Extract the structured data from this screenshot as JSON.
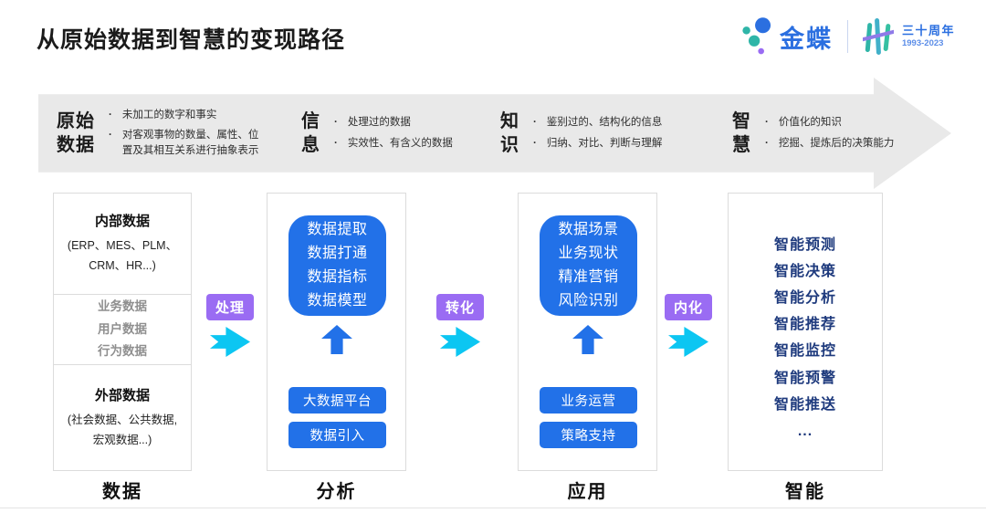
{
  "header": {
    "title": "从原始数据到智慧的变现路径",
    "logo": {
      "brand": "金蝶",
      "anniversary": "三十周年",
      "years": "1993-2023"
    }
  },
  "banner": {
    "stages": [
      {
        "title": "原始\n数据",
        "bullets": [
          "未加工的数字和事实",
          "对客观事物的数量、属性、位\n置及其相互关系进行抽象表示"
        ]
      },
      {
        "title": "信\n息",
        "bullets": [
          "处理过的数据",
          "实效性、有含义的数据"
        ]
      },
      {
        "title": "知\n识",
        "bullets": [
          "鉴别过的、结构化的信息",
          "归纳、对比、判断与理解"
        ]
      },
      {
        "title": "智\n慧",
        "bullets": [
          "价值化的知识",
          "挖掘、提炼后的决策能力"
        ]
      }
    ]
  },
  "flow": {
    "connectors": [
      "处理",
      "转化",
      "内化"
    ],
    "data_box": {
      "label": "数据",
      "internal": {
        "title": "内部数据",
        "detail": "(ERP、MES、PLM、\nCRM、HR...)"
      },
      "middle": [
        "业务数据",
        "用户数据",
        "行为数据"
      ],
      "external": {
        "title": "外部数据",
        "detail": "(社会数据、公共数据,\n宏观数据...)"
      }
    },
    "analysis": {
      "label": "分析",
      "core": [
        "数据提取",
        "数据打通",
        "数据指标",
        "数据模型"
      ],
      "supports": [
        "大数据平台",
        "数据引入"
      ]
    },
    "application": {
      "label": "应用",
      "core": [
        "数据场景",
        "业务现状",
        "精准营销",
        "风险识别"
      ],
      "supports": [
        "业务运营",
        "策略支持"
      ]
    },
    "intelligence": {
      "label": "智能",
      "items": [
        "智能预测",
        "智能决策",
        "智能分析",
        "智能推荐",
        "智能监控",
        "智能预警",
        "智能推送",
        "..."
      ]
    }
  },
  "colors": {
    "blue": "#2271e8",
    "cyan": "#0cc6f2",
    "purple": "#9a6cf3",
    "navy": "#1e3a7d",
    "band": "#e9e9e9",
    "box-border": "#dcdcdc",
    "gray-text": "#8f8f8f",
    "brand-blue": "#2b6fe0",
    "teal": "#2fb5a8",
    "slash": "#8f7ae8",
    "years-blue": "#5b8de8"
  }
}
